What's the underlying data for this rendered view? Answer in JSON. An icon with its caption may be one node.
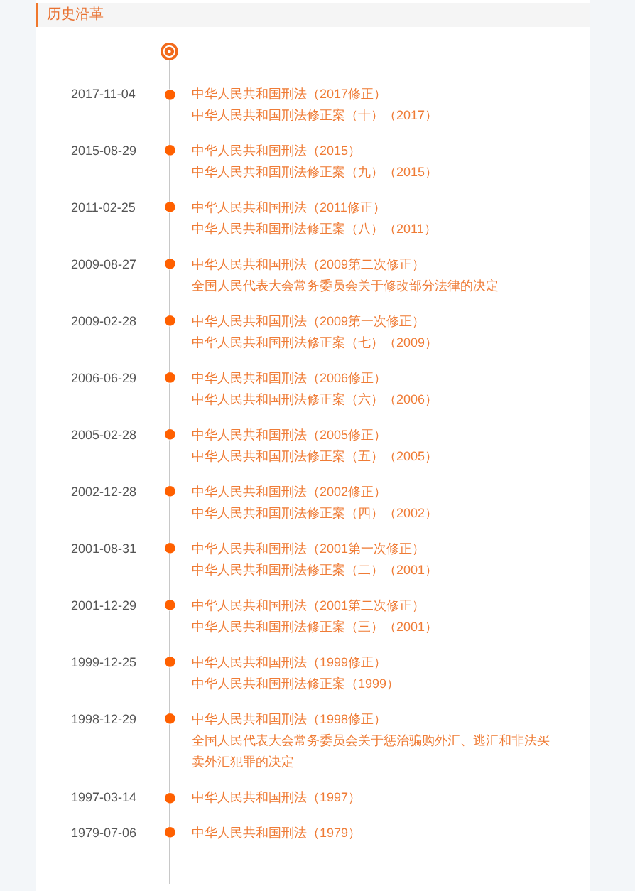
{
  "diagram": {
    "title": "历史沿革",
    "nodes": [
      {
        "text": [],
        "shape": "circle"
      },
      {
        "text": [],
        "shape": "circle",
        "beside": [
          "2017-11-04",
          "中华人民共和国刑法（2017修正）",
          "中华人民共和国刑法修正案（十）（2017）"
        ]
      },
      {
        "text": [],
        "shape": "circle",
        "beside": [
          "2015-08-29",
          "中华人民共和国刑法（2015）",
          "中华人民共和国刑法修正案（九）（2015）"
        ]
      },
      {
        "text": [],
        "shape": "circle",
        "beside": [
          "2011-02-25",
          "中华人民共和国刑法（2011修正）",
          "中华人民共和国刑法修正案（八）（2011）"
        ]
      },
      {
        "text": [],
        "shape": "circle",
        "beside": [
          "2009-08-27",
          "中华人民共和国刑法（2009第二次修正）",
          "全国人民代表大会常务委员会关于修改部分法律的决定"
        ]
      },
      {
        "text": [],
        "shape": "circle",
        "beside": [
          "2009-02-28",
          "中华人民共和国刑法（2009第一次修正）",
          "中华人民共和国刑法修正案（七）（2009）"
        ]
      },
      {
        "text": [],
        "shape": "circle",
        "beside": [
          "2006-06-29",
          "中华人民共和国刑法（2006修正）",
          "中华人民共和国刑法修正案（六）（2006）"
        ]
      },
      {
        "text": [],
        "shape": "circle",
        "beside": [
          "2005-02-28",
          "中华人民共和国刑法（2005修正）",
          "中华人民共和国刑法修正案（五）（2005）"
        ]
      },
      {
        "text": [],
        "shape": "circle",
        "beside": [
          "2002-12-28",
          "中华人民共和国刑法（2002修正）",
          "中华人民共和国刑法修正案（四）（2002）"
        ]
      },
      {
        "text": [],
        "shape": "circle",
        "beside": [
          "2001-08-31",
          "中华人民共和国刑法（2001第一次修正）",
          "中华人民共和国刑法修正案（二）（2001）"
        ]
      },
      {
        "text": [],
        "shape": "circle",
        "beside": [
          "2001-12-29",
          "中华人民共和国刑法（2001第二次修正）",
          "中华人民共和国刑法修正案（三）（2001）"
        ]
      },
      {
        "text": [],
        "shape": "circle",
        "beside": [
          "1999-12-25",
          "中华人民共和国刑法（1999修正）",
          "中华人民共和国刑法修正案（1999）"
        ]
      },
      {
        "text": [],
        "shape": "circle",
        "beside": [
          "1998-12-29",
          "中华人民共和国刑法（1998修正）",
          "全国人民代表大会常务委员会关于惩治骗购外汇、逃汇和非法买卖外汇犯罪的决定"
        ]
      },
      {
        "text": [],
        "shape": "circle",
        "beside": [
          "1997-03-14",
          "中华人民共和国刑法（1997）"
        ]
      },
      {
        "text": [],
        "shape": "circle",
        "beside": [
          "1979-07-06",
          "中华人民共和国刑法（1979）"
        ]
      }
    ],
    "edges": [
      {
        "from": 0,
        "to": 1,
        "arrow": "none"
      },
      {
        "from": 1,
        "to": 2,
        "arrow": "none"
      },
      {
        "from": 2,
        "to": 3,
        "arrow": "none"
      },
      {
        "from": 3,
        "to": 4,
        "arrow": "none"
      },
      {
        "from": 4,
        "to": 5,
        "arrow": "none"
      },
      {
        "from": 5,
        "to": 6,
        "arrow": "none"
      },
      {
        "from": 6,
        "to": 7,
        "arrow": "none"
      },
      {
        "from": 7,
        "to": 8,
        "arrow": "none"
      },
      {
        "from": 8,
        "to": 9,
        "arrow": "none"
      },
      {
        "from": 9,
        "to": 10,
        "arrow": "none"
      },
      {
        "from": 10,
        "to": 11,
        "arrow": "none"
      },
      {
        "from": 11,
        "to": 12,
        "arrow": "none"
      },
      {
        "from": 12,
        "to": 13,
        "arrow": "none"
      },
      {
        "from": 13,
        "to": 14,
        "arrow": "none"
      },
      {
        "from": 14,
        "to": null,
        "arrow": "none"
      }
    ]
  }
}
